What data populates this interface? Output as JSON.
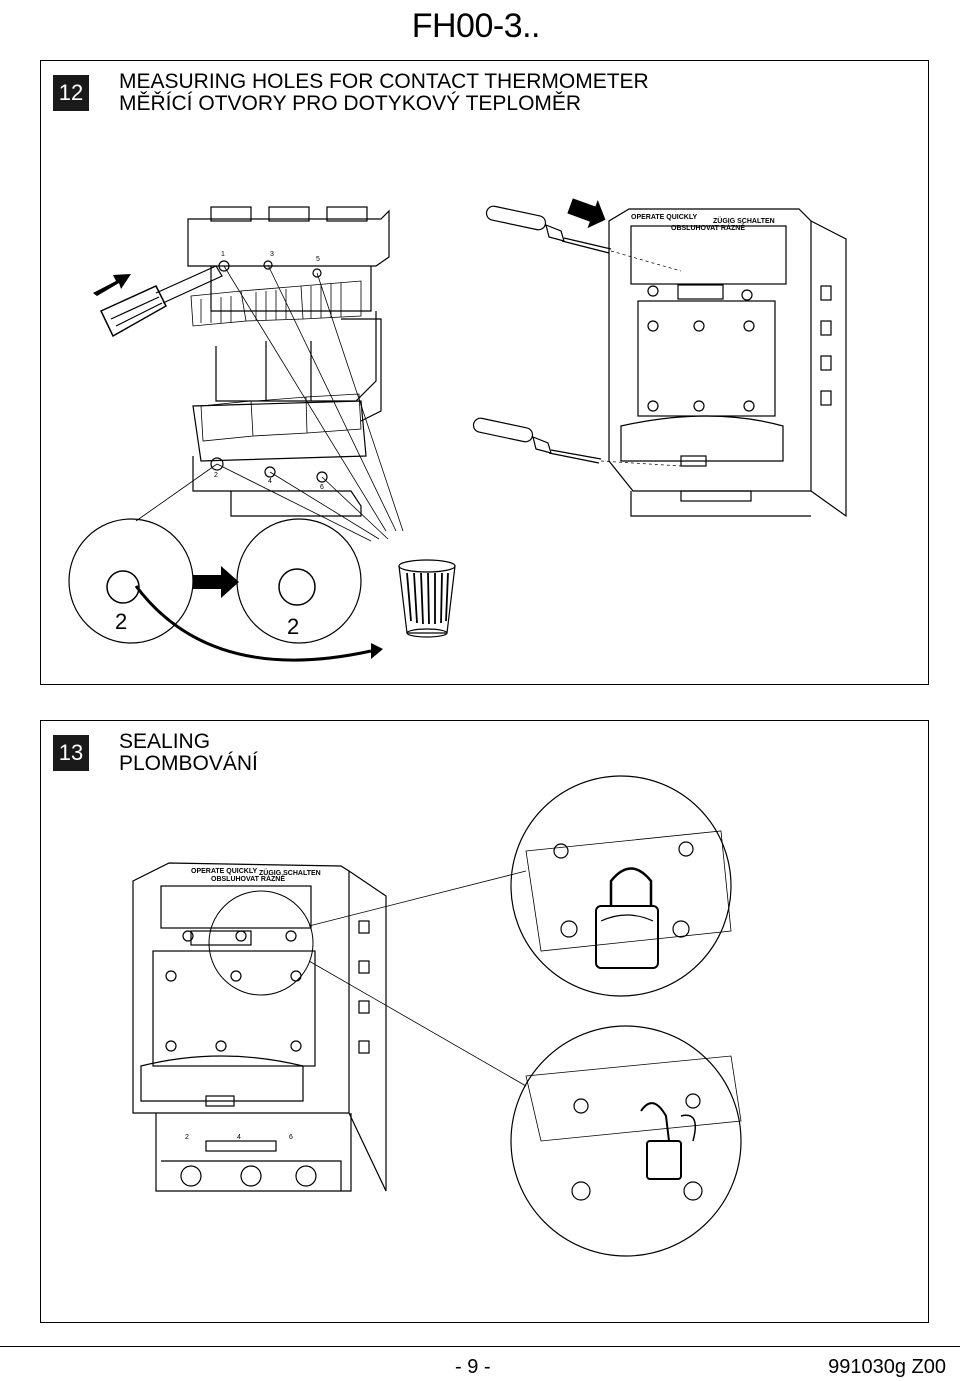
{
  "header": {
    "doc_code": "FH00-3.."
  },
  "section12": {
    "number": "12",
    "title_en": "MEASURING HOLES FOR CONTACT THERMOMETER",
    "title_cz": "MĚŘÍCÍ OTVORY PRO DOTYKOVÝ TEPLOMĚR",
    "drawing": {
      "label_top_en": "OPERATE QUICKLY",
      "label_top_de": "ZÜGIG SCHALTEN",
      "label_top_cz": "OBSLUHOVAT RÁZNĚ",
      "terminal_top": [
        "1",
        "3",
        "5"
      ],
      "terminal_bottom": [
        "2",
        "4",
        "6"
      ],
      "detail_before": "2",
      "detail_after": "2"
    }
  },
  "section13": {
    "number": "13",
    "title_en": "SEALING",
    "title_cz": "PLOMBOVÁNÍ",
    "drawing": {
      "label_top_en": "OPERATE QUICKLY",
      "label_top_de": "ZÜGIG SCHALTEN",
      "label_top_cz": "OBSLUHOVAT RÁZNĚ",
      "terminal_bottom": [
        "2",
        "4",
        "6"
      ]
    }
  },
  "footer": {
    "page_number": "- 9 -",
    "doc_id": "991030g Z00"
  }
}
